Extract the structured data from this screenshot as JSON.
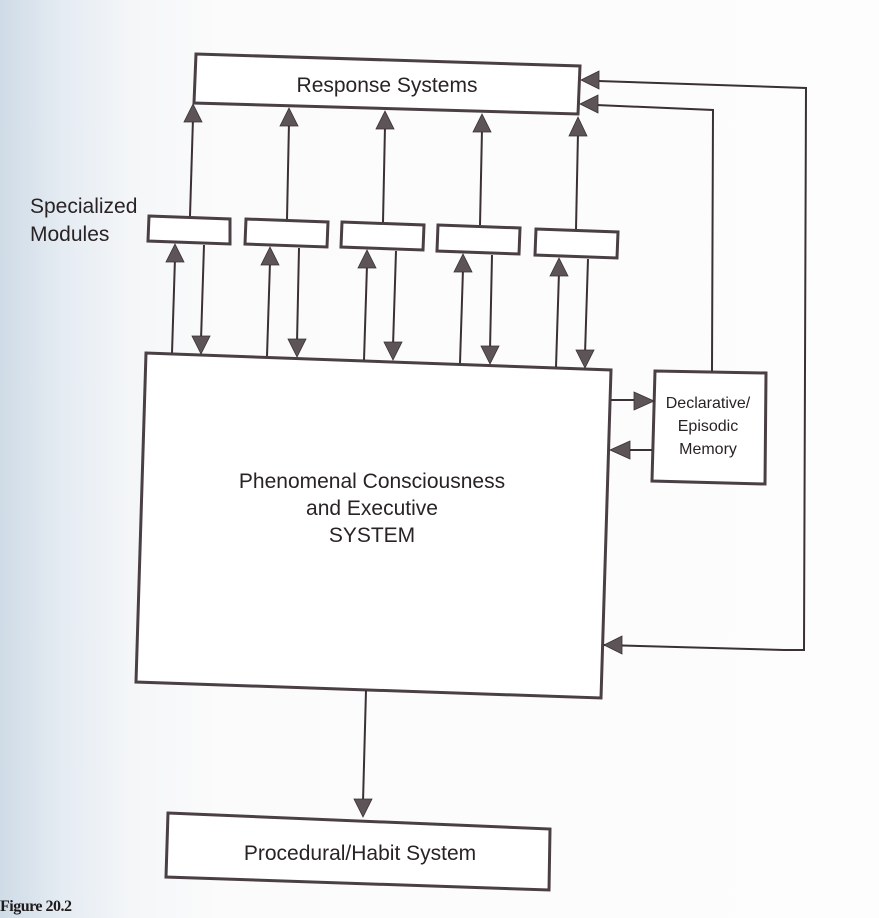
{
  "figure": {
    "caption": "Figure 20.2",
    "response_systems": "Response Systems",
    "specialized_modules": [
      "Specialized",
      "Modules"
    ],
    "module_count": 5,
    "core_system": [
      "Phenomenal Consciousness",
      "and Executive",
      "SYSTEM"
    ],
    "memory": [
      "Declarative/",
      "Episodic",
      "Memory"
    ],
    "procedural": "Procedural/Habit System"
  },
  "colors": {
    "stroke": "#4a3f44",
    "arrowhead": "#5d5458",
    "text": "#2a2326"
  },
  "connections": [
    {
      "from": "module-1",
      "to": "response-systems"
    },
    {
      "from": "module-2",
      "to": "response-systems"
    },
    {
      "from": "module-3",
      "to": "response-systems"
    },
    {
      "from": "module-4",
      "to": "response-systems"
    },
    {
      "from": "module-5",
      "to": "response-systems"
    },
    {
      "from": "core-system",
      "to": "module-1",
      "bidirectional": true
    },
    {
      "from": "core-system",
      "to": "module-2",
      "bidirectional": true
    },
    {
      "from": "core-system",
      "to": "module-3",
      "bidirectional": true
    },
    {
      "from": "core-system",
      "to": "module-4",
      "bidirectional": true
    },
    {
      "from": "core-system",
      "to": "module-5",
      "bidirectional": true
    },
    {
      "from": "core-system",
      "to": "memory",
      "bidirectional": true
    },
    {
      "from": "memory",
      "to": "response-systems"
    },
    {
      "from": "core-system",
      "to": "response-systems"
    },
    {
      "from": "core-system",
      "to": "procedural-system"
    }
  ]
}
